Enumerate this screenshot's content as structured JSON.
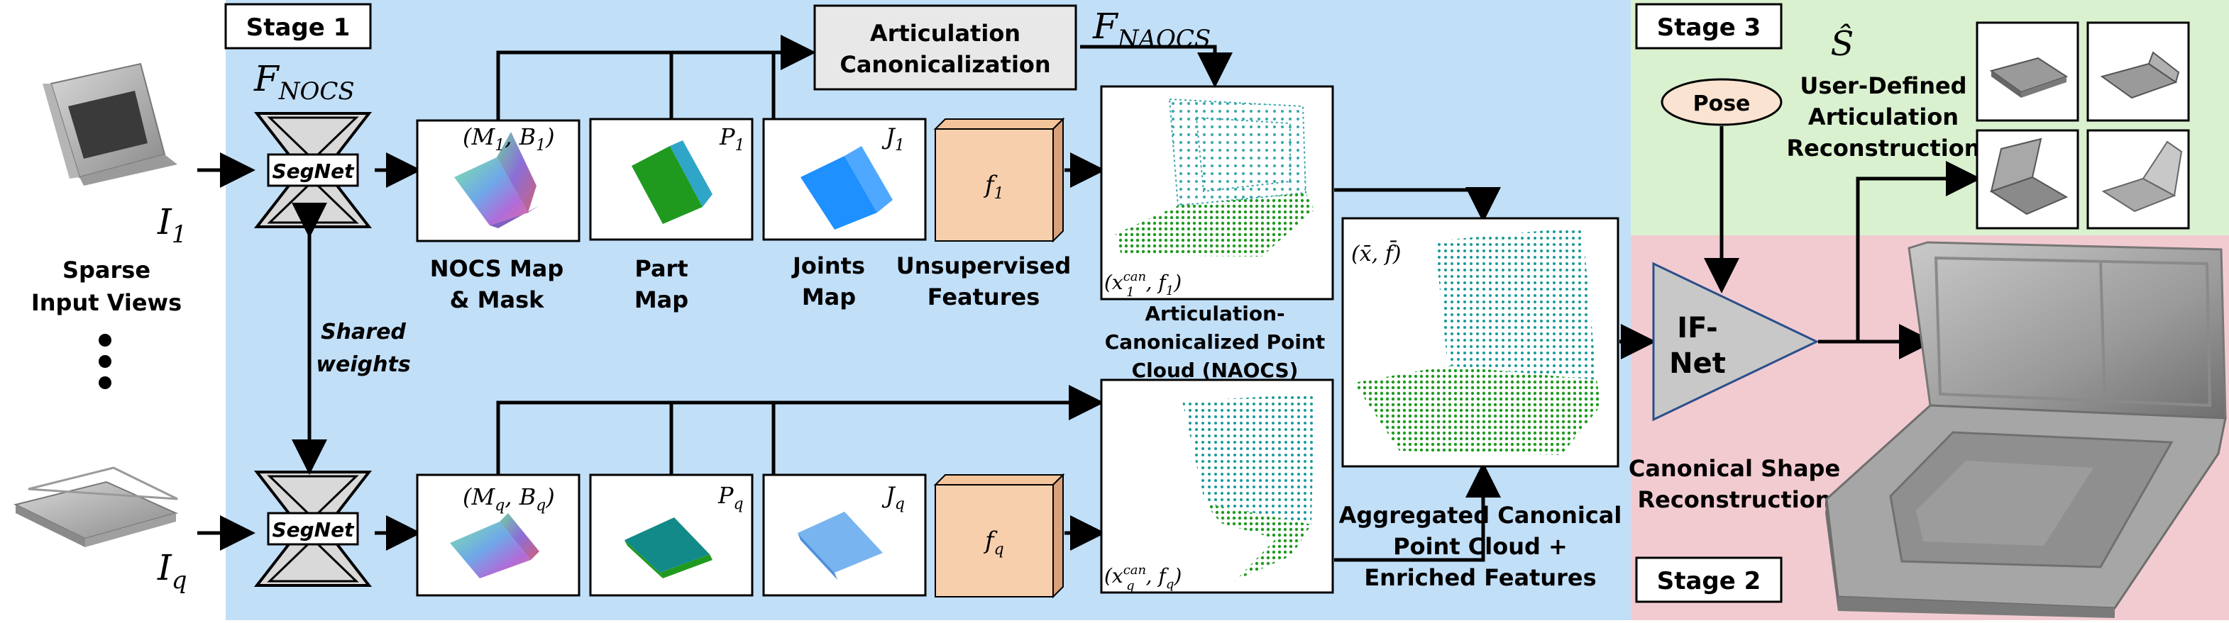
{
  "stage_labels": {
    "stage1": "Stage 1",
    "stage2": "Stage 2",
    "stage3": "Stage 3"
  },
  "inputs": {
    "caption_line1": "Sparse",
    "caption_line2": "Input Views",
    "i1_sym": "I",
    "i1_sub": "1",
    "iq_sym": "I",
    "iq_sub": "q"
  },
  "segnet": {
    "label": "SegNet",
    "fnocs_sym": "F",
    "fnocs_sub": "NOCS",
    "shared_line1": "Shared",
    "shared_line2": "weights"
  },
  "top_row": {
    "nocs_sym": "(M",
    "nocs_sub": "1",
    "nocs_mid": ", B",
    "nocs_sub2": "1",
    "nocs_end": ")",
    "part_sym": "P",
    "part_sub": "1",
    "joint_sym": "J",
    "joint_sub": "1",
    "feat_sym": "f",
    "feat_sub": "1",
    "pc_label": "(x",
    "pc_sup": "can",
    "pc_sub": "1",
    "pc_mid": ", f",
    "pc_sub2": "1",
    "pc_end": ")"
  },
  "captions": {
    "nocs_line1": "NOCS Map",
    "nocs_line2": "& Mask",
    "part_line1": "Part",
    "part_line2": "Map",
    "joints_line1": "Joints",
    "joints_line2": "Map",
    "feat_line1": "Unsupervised",
    "feat_line2": "Features",
    "naocs_line1": "Articulation-",
    "naocs_line2": "Canonicalized Point",
    "naocs_line3": "Cloud (NAOCS)"
  },
  "canonicalization": {
    "line1": "Articulation",
    "line2": "Canonicalization",
    "fnaocs_sym": "F",
    "fnaocs_sub": "NAOCS"
  },
  "bottom_row": {
    "nocs_sym": "(M",
    "nocs_sub": "q",
    "nocs_mid": ", B",
    "nocs_sub2": "q",
    "nocs_end": ")",
    "part_sym": "P",
    "part_sub": "q",
    "joint_sym": "J",
    "joint_sub": "q",
    "feat_sym": "f",
    "feat_sub": "q",
    "pc_label": "(x",
    "pc_sup": "can",
    "pc_sub": "q",
    "pc_mid": ", f",
    "pc_sub2": "q",
    "pc_end": ")"
  },
  "aggregated": {
    "label": "(x̄, f̄)",
    "caption_line1": "Aggregated Canonical",
    "caption_line2": "Point Cloud +",
    "caption_line3": "Enriched Features"
  },
  "ifnet": {
    "line1": "IF-",
    "line2": "Net",
    "pose": "Pose",
    "caption_line1": "Canonical  Shape",
    "caption_line2": "Reconstruction"
  },
  "stage3": {
    "s_hat": "Ŝ",
    "caption_line1": "User-Defined",
    "caption_line2": "Articulation",
    "caption_line3": "Reconstruction"
  },
  "colors": {
    "stage1_bg": "#c2dff8",
    "stage2_bg": "#f2cbd1",
    "stage3_bg": "#d9f1cf",
    "feature_box": "#f8cfad",
    "pose_fill": "#fbe3d1",
    "green_part": "#1f9a1f",
    "teal_points": "#1a9a9a",
    "blue_joint": "#1e90ff"
  }
}
